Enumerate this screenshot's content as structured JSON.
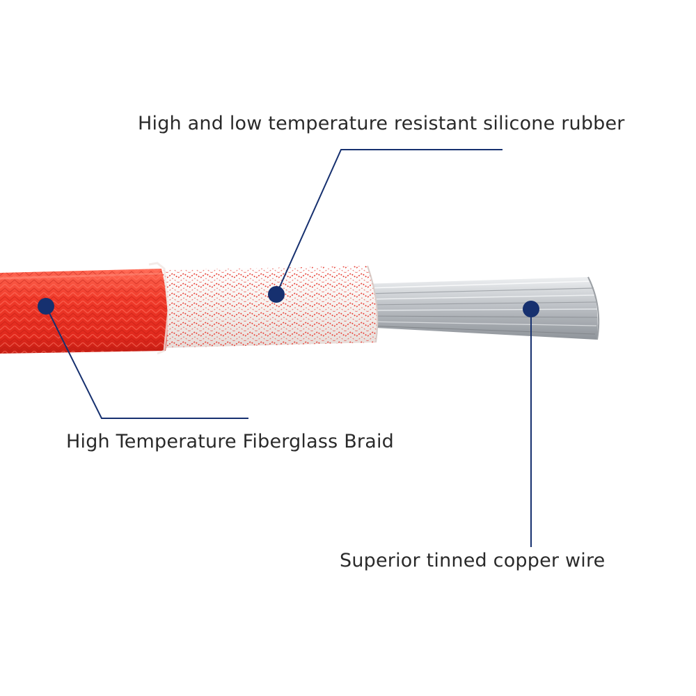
{
  "labels": {
    "rubber": "High and low temperature resistant silicone rubber",
    "braid": "High Temperature Fiberglass Braid",
    "wire": "Superior tinned copper wire"
  },
  "colors": {
    "outer_jacket": "#f03a2a",
    "braid_base": "#f7f1ee",
    "braid_stitch": "#e8433a",
    "wire": "#c9ccd0",
    "leader": "#16306f",
    "text": "#2a2a2a"
  }
}
